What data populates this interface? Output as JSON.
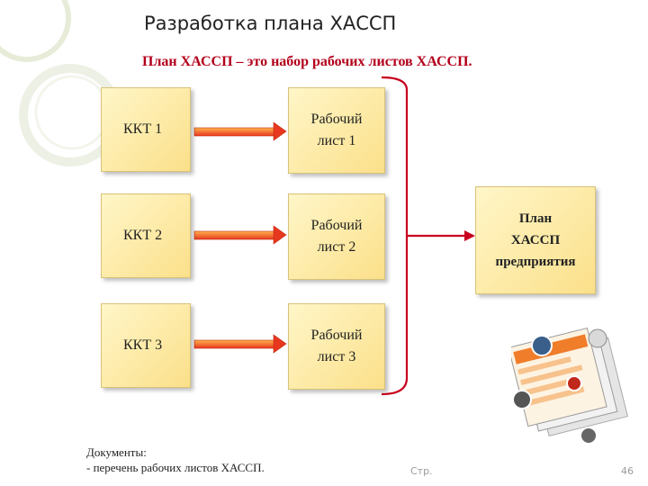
{
  "title": "Разработка плана ХАССП",
  "subtitle": "План ХАССП – это набор рабочих листов ХАССП.",
  "ccp": [
    {
      "label": "ККТ 1"
    },
    {
      "label": "ККТ 2"
    },
    {
      "label": "ККТ 3"
    }
  ],
  "worksheets": [
    {
      "line1": "Рабочий",
      "line2": "лист 1"
    },
    {
      "line1": "Рабочий",
      "line2": "лист 2"
    },
    {
      "line1": "Рабочий",
      "line2": "лист 3"
    }
  ],
  "plan": {
    "line1": "План",
    "line2": "ХАССП",
    "line3": "предприятия"
  },
  "documents": {
    "heading": "Документы:",
    "item": "- перечень рабочих листов ХАССП."
  },
  "footer": {
    "page_label": "Стр.",
    "page_number": "46"
  },
  "colors": {
    "box_fill": "#fbe08a",
    "arrow": "#e8371f",
    "bracket": "#c8001e",
    "title": "#222222",
    "subtitle": "#b3001b"
  }
}
